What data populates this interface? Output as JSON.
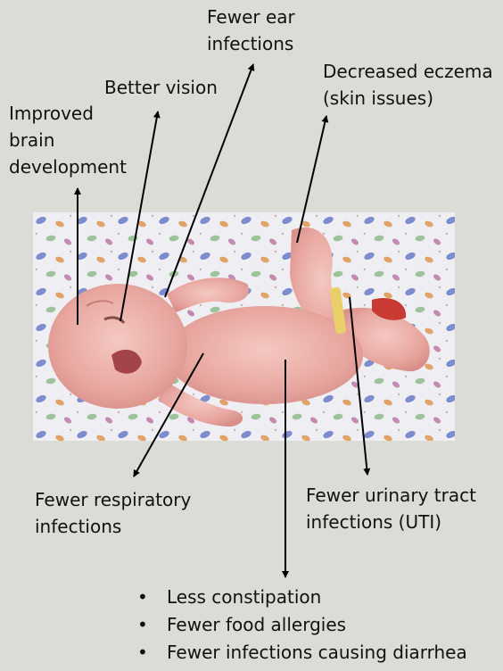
{
  "labels": {
    "ear": "Fewer ear\ninfections",
    "vision": "Better vision",
    "brain": "Improved\nbrain\ndevelopment",
    "eczema": "Decreased eczema\n(skin issues)",
    "respiratory": "Fewer respiratory\ninfections",
    "uti": "Fewer urinary tract\ninfections (UTI)"
  },
  "bullets": [
    "Less constipation",
    "Fewer food allergies",
    "Fewer infections causing diarrhea"
  ],
  "colors": {
    "background": "#dcdcd6",
    "arrow": "#000000"
  }
}
